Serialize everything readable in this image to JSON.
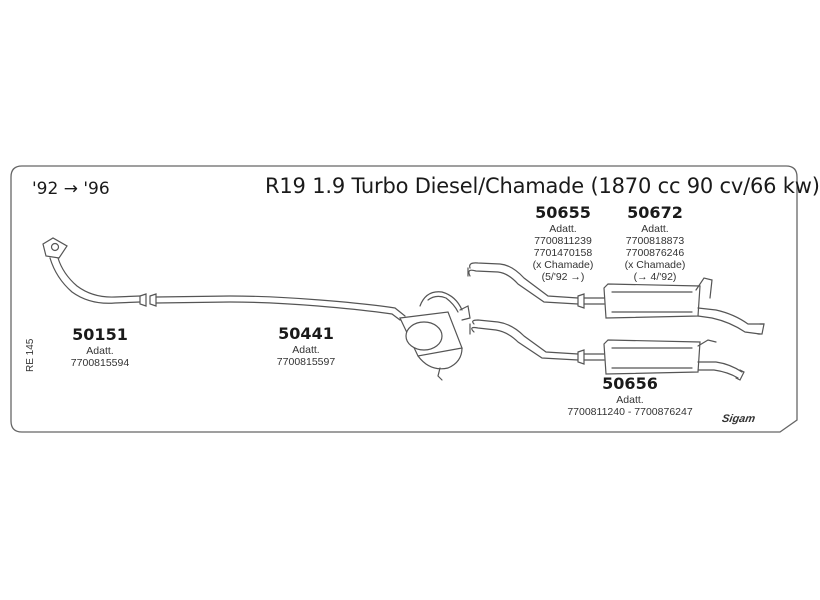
{
  "header": {
    "years": "'92 → '96",
    "title": "R19 1.9 Turbo Diesel/Chamade (1870 cc 90 cv/66 kw)"
  },
  "side_code": "RE 145",
  "brand": "Sigam",
  "parts": {
    "p50151": {
      "number": "50151",
      "adapt": "Adatt.",
      "refs": [
        "7700815594"
      ]
    },
    "p50441": {
      "number": "50441",
      "adapt": "Adatt.",
      "refs": [
        "7700815597"
      ]
    },
    "p50655": {
      "number": "50655",
      "adapt": "Adatt.",
      "refs": [
        "7700811239",
        "7701470158",
        "(x Chamade)",
        "(5/'92 →)"
      ]
    },
    "p50672": {
      "number": "50672",
      "adapt": "Adatt.",
      "refs": [
        "7700818873",
        "7700876246",
        "(x Chamade)",
        "(→ 4/'92)"
      ]
    },
    "p50656": {
      "number": "50656",
      "adapt": "Adatt.",
      "refs": [
        "7700811240 - 7700876247"
      ]
    }
  }
}
